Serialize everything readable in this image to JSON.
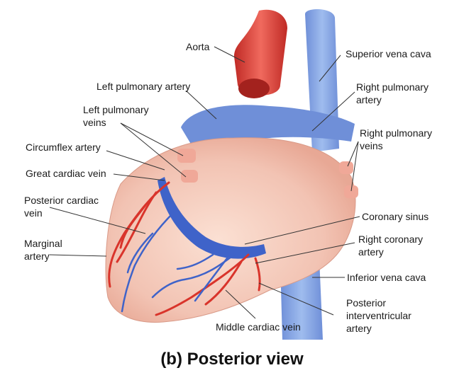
{
  "caption": "(b) Posterior view",
  "labels": {
    "aorta": "Aorta",
    "superior_vena_cava": "Superior vena cava",
    "left_pulmonary_artery": "Left pulmonary artery",
    "right_pulmonary_artery": "Right pulmonary\nartery",
    "left_pulmonary_veins": "Left pulmonary\nveins",
    "right_pulmonary_veins": "Right pulmonary\nveins",
    "circumflex_artery": "Circumflex artery",
    "great_cardiac_vein": "Great cardiac vein",
    "posterior_cardiac_vein": "Posterior cardiac\nvein",
    "marginal_artery": "Marginal\nartery",
    "coronary_sinus": "Coronary sinus",
    "right_coronary_artery": "Right coronary\nartery",
    "inferior_vena_cava": "Inferior vena cava",
    "posterior_interventricular_artery": "Posterior\ninterventricular\nartery",
    "middle_cardiac_vein": "Middle cardiac vein"
  },
  "colors": {
    "heart": "#f4c7b8",
    "artery": "#d9342b",
    "vein": "#3f63c9",
    "vena_cava": "#8fb0e8"
  }
}
